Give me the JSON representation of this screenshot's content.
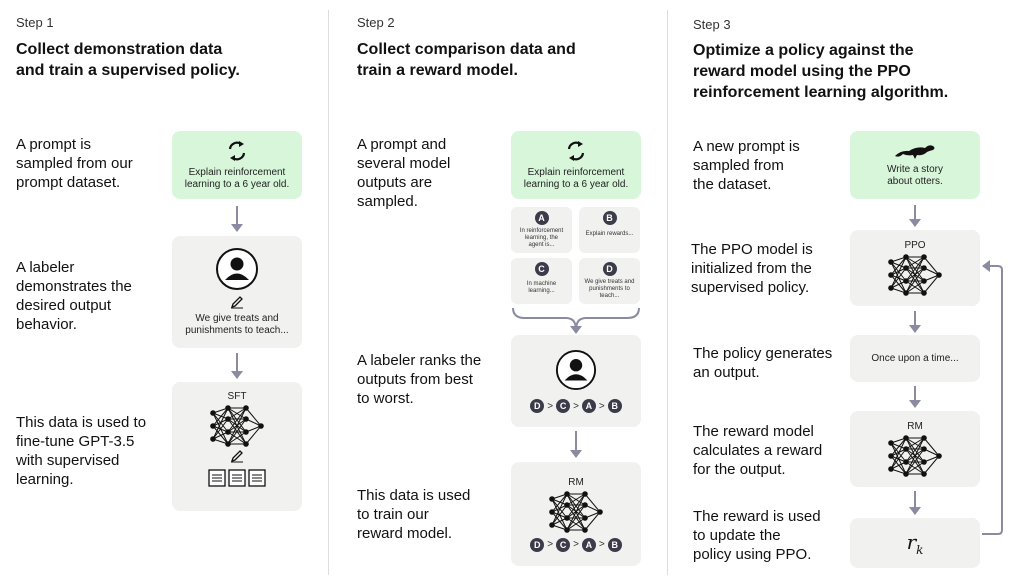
{
  "step1": {
    "label": "Step 1",
    "title_line1": "Collect demonstration data",
    "title_line2": "and train a supervised policy.",
    "desc1": [
      "A prompt is",
      "sampled from our",
      "prompt dataset."
    ],
    "desc2": [
      "A labeler",
      "demonstrates the",
      "desired output",
      "behavior."
    ],
    "desc3": [
      "This data is used to",
      "fine-tune GPT-3.5",
      "with supervised",
      "learning."
    ],
    "prompt_text": [
      "Explain reinforcement",
      "learning to a 6 year old."
    ],
    "demo_text": [
      "We give treats and",
      "punishments to teach..."
    ],
    "model_label": "SFT"
  },
  "step2": {
    "label": "Step 2",
    "title_line1": "Collect comparison data and",
    "title_line2": "train a reward model.",
    "desc1": [
      "A prompt and",
      "several model",
      "outputs are",
      "sampled."
    ],
    "desc2": [
      "A labeler ranks the",
      "outputs from best",
      "to worst."
    ],
    "desc3": [
      "This data is used",
      "to train our",
      "reward model."
    ],
    "prompt_text": [
      "Explain reinforcement",
      "learning to a 6 year old."
    ],
    "outputs": [
      {
        "letter": "A",
        "text": [
          "In reinforcement",
          "learning, the",
          "agent is..."
        ]
      },
      {
        "letter": "B",
        "text": [
          "Explain rewards..."
        ]
      },
      {
        "letter": "C",
        "text": [
          "In machine",
          "learning..."
        ]
      },
      {
        "letter": "D",
        "text": [
          "We give treats and",
          "punishments to",
          "teach..."
        ]
      }
    ],
    "ranking": [
      "D",
      "C",
      "A",
      "B"
    ],
    "rank_sep": ">",
    "model_label": "RM"
  },
  "step3": {
    "label": "Step 3",
    "title_line1": "Optimize a policy against the",
    "title_line2": "reward model using the PPO",
    "title_line3": "reinforcement learning algorithm.",
    "desc1": [
      "A new prompt is",
      "sampled from",
      "the dataset."
    ],
    "desc2": [
      "The PPO model is",
      "initialized from the",
      "supervised policy."
    ],
    "desc3": [
      "The policy generates",
      "an output."
    ],
    "desc4": [
      "The reward model",
      "calculates a reward",
      "for the output."
    ],
    "desc5": [
      "The reward is used",
      "to update the",
      "policy using PPO."
    ],
    "prompt_text": [
      "Write a story",
      "about otters."
    ],
    "ppo_label": "PPO",
    "output_text": "Once upon a time...",
    "rm_label": "RM",
    "reward_symbol": "r",
    "reward_sub": "k"
  },
  "colors": {
    "green_box": "#d8f6da",
    "gray_box": "#f1f1ef",
    "arrow": "#8a8aa0",
    "badge": "#3b3b4a"
  },
  "icons": [
    "recycle-icon",
    "person-icon",
    "pencil-icon",
    "network-icon",
    "document-icon",
    "otter-icon"
  ]
}
